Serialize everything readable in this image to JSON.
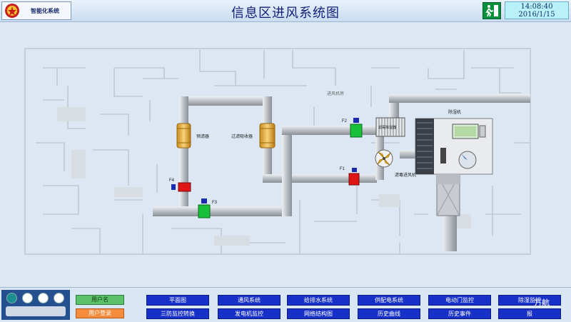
{
  "header": {
    "logo_text": "智能化系统",
    "title": "信息区进风系统图",
    "time": "14:08:40",
    "date": "2016/1/15"
  },
  "diagram": {
    "room_label": "进风机房",
    "labels": {
      "prefilter": "预滤器",
      "filter_absorber": "过滤吸收器",
      "dehumidifier": "除湿机",
      "filter_fan": "滤毒进风机",
      "gas_device": "滤毒除湿器"
    },
    "valves": [
      "F1",
      "F2",
      "F3",
      "F4"
    ],
    "colors": {
      "pipe": "#c4c8cc",
      "valve_red": "#e01616",
      "valve_green": "#19c03a",
      "wall": "#bfc4ca"
    }
  },
  "footer": {
    "user_name": "用户名",
    "user_login": "用户登录",
    "nav_row1": [
      "平面图",
      "通风系统",
      "给排水系统",
      "供配电系统",
      "电动门监控",
      "除湿监控"
    ],
    "nav_row2": [
      "三防监控转换",
      "发电机监控",
      "网络结构图",
      "历史曲线",
      "历史事件",
      "报"
    ],
    "watermark": "万航"
  }
}
